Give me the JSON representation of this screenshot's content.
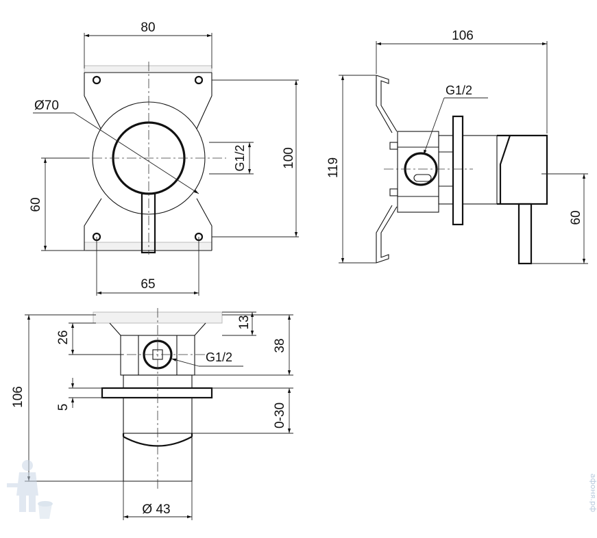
{
  "front_view": {
    "width_top": "80",
    "diameter": "Ø70",
    "thread": "G1/2",
    "height_total": "100",
    "height_lower": "60",
    "width_bottom": "65"
  },
  "side_view": {
    "depth_total": "106",
    "thread": "G1/2",
    "height_total": "119",
    "height_lower": "60"
  },
  "bottom_view": {
    "dim_26": "26",
    "dim_13": "13",
    "dim_38": "38",
    "thread": "G1/2",
    "length_total": "106",
    "flange": "5",
    "adjust": "0-30",
    "diameter": "Ø 43"
  },
  "watermark": {
    "site": "афоня.рф",
    "mascot_icon": "plumber-mascot-icon"
  },
  "colors": {
    "line": "#111111",
    "watermark": "#b8c9dc"
  }
}
